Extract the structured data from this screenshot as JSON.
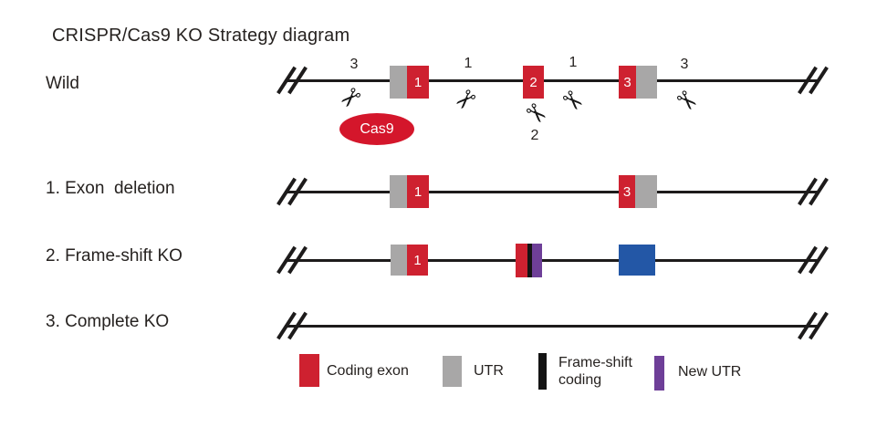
{
  "title": "CRISPR/Cas9 KO Strategy diagram",
  "rows": {
    "wild": {
      "label": "Wild"
    },
    "exon_deletion": {
      "label": "1. Exon  deletion"
    },
    "frameshift": {
      "label": "2. Frame-shift KO"
    },
    "complete": {
      "label": "3. Complete KO"
    }
  },
  "gene": {
    "exon1": "1",
    "exon2": "2",
    "exon3": "3"
  },
  "cas9": {
    "label": "Cas9"
  },
  "cut_sites": {
    "s1": "3",
    "s2": "1",
    "s3": "2",
    "s4": "1",
    "s5": "3"
  },
  "icons": {
    "scissors": "✂"
  },
  "legend": {
    "coding_exon": {
      "label": "Coding exon",
      "color": "#ce2130"
    },
    "utr": {
      "label": "UTR",
      "color": "#a8a7a7"
    },
    "frameshift_coding": {
      "label": "Frame-shift\ncoding",
      "color": "#141414"
    },
    "new_utr": {
      "label": "New UTR",
      "color": "#6e3f98"
    }
  },
  "colors": {
    "coding_exon": "#ce2130",
    "utr": "#a8a7a7",
    "frameshift_coding": "#141414",
    "new_utr": "#6e3f98",
    "unlabeled_exon_blue": "#2357a6",
    "cas9": "#d4162b",
    "gene_line": "#1d1b1b"
  }
}
